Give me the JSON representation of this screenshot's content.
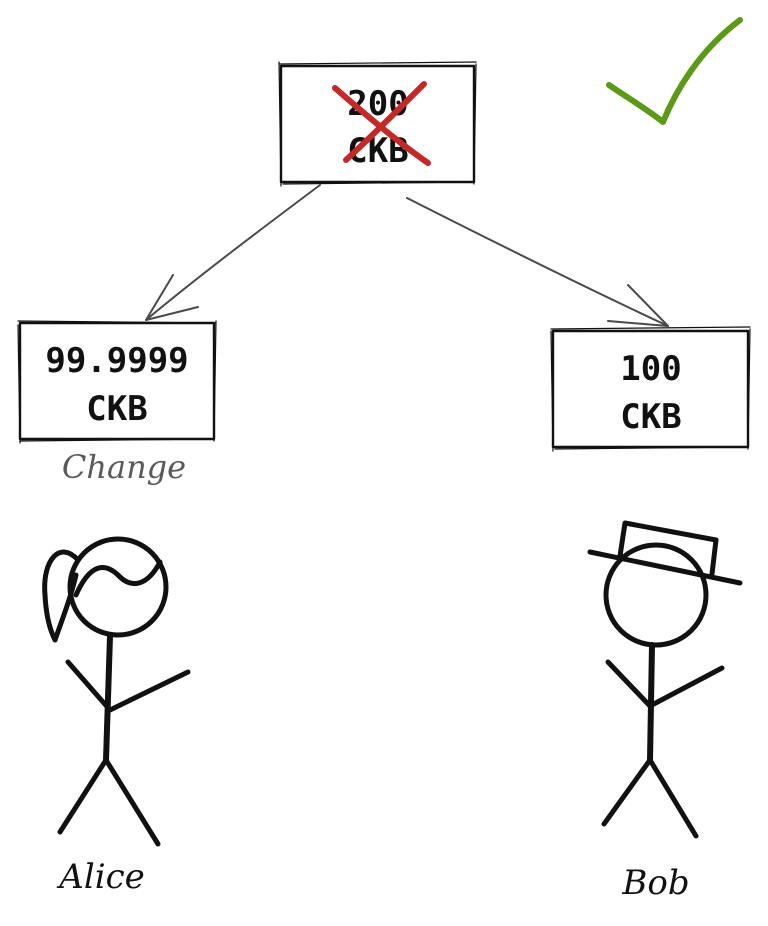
{
  "nodes": {
    "input": {
      "amount": "200",
      "unit": "CKB"
    },
    "change_output": {
      "amount": "99.9999",
      "unit": "CKB",
      "caption": "Change"
    },
    "bob_output": {
      "amount": "100",
      "unit": "CKB"
    }
  },
  "people": {
    "alice": {
      "name": "Alice"
    },
    "bob": {
      "name": "Bob"
    }
  },
  "colors": {
    "ink": "#111111",
    "arrow": "#4a4a4a",
    "cross": "#c62828",
    "check": "#5b9a14",
    "caption": "#5a5a5a"
  },
  "icons": {
    "cross": "x-mark-icon",
    "check": "checkmark-icon"
  }
}
